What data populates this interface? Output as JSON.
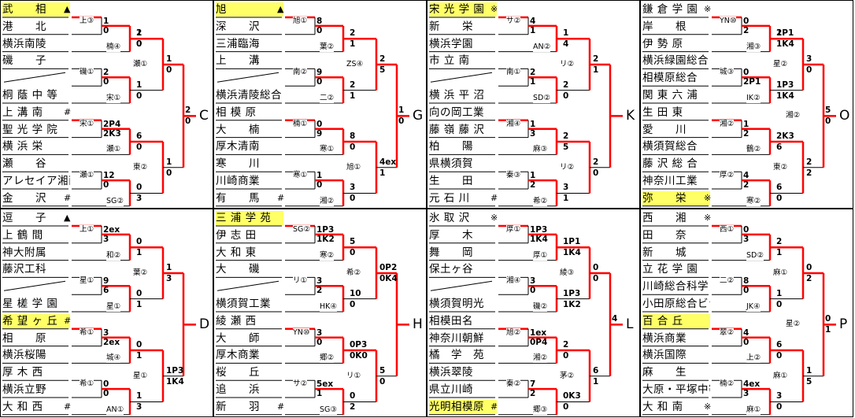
{
  "blocks": [
    {
      "id": "A",
      "group": "C",
      "teams": [
        {
          "name": "武　　相",
          "mark": "▲",
          "hl": true
        },
        {
          "name": "港　　北"
        },
        {
          "name": "横浜南陵"
        },
        {
          "name": "磯　　子"
        },
        {
          "name": ""
        },
        {
          "name": "桐 蔭 中 等"
        },
        {
          "name": "上 溝 南",
          "mark": "#"
        },
        {
          "name": "聖 光 学 院"
        },
        {
          "name": "横 浜 栄"
        },
        {
          "name": "瀬　　谷"
        },
        {
          "name": "アレセイア湘南"
        },
        {
          "name": "金　　沢",
          "mark": "#"
        }
      ],
      "labels": [
        "上③",
        "楠④",
        "磯①",
        "宋①",
        "宋①",
        "瀬①",
        "瀬①",
        "SG②",
        "瀬①",
        "東②"
      ],
      "scores": [
        "2",
        "0",
        "1",
        "0",
        "1",
        "0",
        "2",
        "0",
        "6",
        "0",
        "2P4",
        "2K3",
        "0",
        "3",
        "12",
        "0",
        "1",
        "0",
        "1",
        "0",
        "2",
        "0",
        "1",
        "0"
      ]
    },
    {
      "id": "B",
      "group": "G",
      "teams": [
        {
          "name": "旭",
          "mark": "▲",
          "hl": true
        },
        {
          "name": "深　　沢"
        },
        {
          "name": "三浦臨海"
        },
        {
          "name": "上　　溝"
        },
        {
          "name": ""
        },
        {
          "name": "横浜清陵総合"
        },
        {
          "name": "相 模 原"
        },
        {
          "name": "大　　楠"
        },
        {
          "name": "厚木清南"
        },
        {
          "name": "寒　　川"
        },
        {
          "name": "川崎商業"
        },
        {
          "name": "有　　馬",
          "mark": "#"
        }
      ],
      "labels": [
        "旭①",
        "葉②",
        "南②",
        "二②",
        "楠①",
        "寒①",
        "寒①",
        "湘②",
        "ZS④",
        "旭①"
      ],
      "scores": [
        "2",
        "1",
        "8",
        "0",
        "2",
        "1",
        "9",
        "0",
        "8",
        "0",
        "0",
        "9",
        "3",
        "0",
        "1",
        "0",
        "2",
        "5",
        "4ex",
        "1",
        "1",
        "0"
      ]
    },
    {
      "id": "C",
      "group": "K",
      "teams": [
        {
          "name": "宋 光 学 園",
          "mark": "※",
          "hl": true
        },
        {
          "name": "新　　栄"
        },
        {
          "name": "横浜学園"
        },
        {
          "name": "市 立 南"
        },
        {
          "name": ""
        },
        {
          "name": "横 浜 平 沼"
        },
        {
          "name": "向の岡工業"
        },
        {
          "name": "藤 嶺 藤 沢"
        },
        {
          "name": "柏　　陽"
        },
        {
          "name": "県横須賀"
        },
        {
          "name": "生　　田"
        },
        {
          "name": "元 石 川",
          "mark": "#"
        }
      ],
      "labels": [
        "サ②",
        "AN②",
        "南①",
        "SD②",
        "湘④",
        "麻③",
        "秦③",
        "希②",
        "リ②",
        "リ②"
      ],
      "scores": [
        "1",
        "4",
        "4",
        "1",
        "2",
        "0",
        "2",
        "1",
        "2",
        "5",
        "1",
        "3",
        "3",
        "1",
        "1",
        "2",
        "2",
        "1",
        "2",
        "0"
      ]
    },
    {
      "id": "D",
      "group": "O",
      "teams": [
        {
          "name": "鎌 倉 学 園",
          "mark": "※"
        },
        {
          "name": "岸　　根"
        },
        {
          "name": "伊 勢 原"
        },
        {
          "name": "横浜緑園総合"
        },
        {
          "name": "相模原総合"
        },
        {
          "name": "関 東 六 浦"
        },
        {
          "name": "生 田 東"
        },
        {
          "name": "愛　　川"
        },
        {
          "name": "横須賀総合"
        },
        {
          "name": "藤 沢 総 合"
        },
        {
          "name": "神奈川工業"
        },
        {
          "name": "弥　　栄",
          "mark": "※",
          "hl": true
        }
      ],
      "labels": [
        "YN⑩",
        "湘③",
        "城③",
        "IK②",
        "湘②",
        "鶴②",
        "厚②",
        "寒②",
        "星②",
        "東②",
        "湘②"
      ],
      "scores": [
        "1P1",
        "1K4",
        "0",
        "2",
        "1P3",
        "1K4",
        "0",
        "2P1",
        "2K3",
        "6",
        "1",
        "2",
        "6",
        "0",
        "4",
        "2",
        "3",
        "0",
        "2",
        "2",
        "5",
        "0",
        "2"
      ]
    },
    {
      "id": "E",
      "group": "D",
      "teams": [
        {
          "name": "逗　　子",
          "mark": "▲"
        },
        {
          "name": "上 鶴 間"
        },
        {
          "name": "神大附属"
        },
        {
          "name": "藤沢工科"
        },
        {
          "name": ""
        },
        {
          "name": "星 槎 学 園"
        },
        {
          "name": "希 望 ヶ 丘",
          "mark": "#",
          "hl": true
        },
        {
          "name": "相　　原"
        },
        {
          "name": "横浜桜陽"
        },
        {
          "name": "厚 木 西"
        },
        {
          "name": "横浜立野"
        },
        {
          "name": "大 和 西",
          "mark": "#"
        }
      ],
      "labels": [
        "上①",
        "和②",
        "星①",
        "星①",
        "希①",
        "城④",
        "希①",
        "AN①",
        "葉②",
        "星①"
      ],
      "scores": [
        "0",
        "1",
        "2ex",
        "3",
        "0",
        "1",
        "9",
        "6",
        "0",
        "1",
        "3",
        "2ex",
        "1",
        "3",
        "0",
        "0",
        "1",
        "3",
        "1P3",
        "1K4"
      ]
    },
    {
      "id": "F",
      "group": "H",
      "teams": [
        {
          "name": "三 浦 学 苑",
          "hl": true
        },
        {
          "name": "伊 志 田"
        },
        {
          "name": "大 和 東"
        },
        {
          "name": "大　　磯"
        },
        {
          "name": ""
        },
        {
          "name": "横須賀工業"
        },
        {
          "name": "綾 瀬 西"
        },
        {
          "name": "大　　師"
        },
        {
          "name": "厚木商業"
        },
        {
          "name": "桜　　丘"
        },
        {
          "name": "追　　浜"
        },
        {
          "name": "新　　羽",
          "mark": "#"
        }
      ],
      "labels": [
        "SG②",
        "寒②",
        "リ①",
        "HK④",
        "YN⑩",
        "郷②",
        "サ②",
        "SG③",
        "希②",
        "リ①"
      ],
      "scores": [
        "5",
        "0",
        "1P3",
        "1K2",
        "10",
        "0",
        "3",
        "2",
        "0P3",
        "0K0",
        "3",
        "0",
        "0",
        "2",
        "5ex",
        "1",
        "0P2",
        "0K4",
        "5",
        "0"
      ]
    },
    {
      "id": "G",
      "group": "L",
      "teams": [
        {
          "name": "氷 取 沢",
          "mark": "※"
        },
        {
          "name": "厚　　木"
        },
        {
          "name": "舞　　岡"
        },
        {
          "name": "保土ヶ谷"
        },
        {
          "name": ""
        },
        {
          "name": "横須賀明光"
        },
        {
          "name": "相模田名"
        },
        {
          "name": "神奈川朝鮮"
        },
        {
          "name": "橘　学　苑"
        },
        {
          "name": "横浜翠陵"
        },
        {
          "name": "県立川崎"
        },
        {
          "name": "光明相模原",
          "mark": "#",
          "hl": true
        }
      ],
      "labels": [
        "厚①",
        "厚①",
        "湘④",
        "磯②",
        "旭②",
        "湘②",
        "秦②",
        "郷③",
        "綾③",
        "茅②"
      ],
      "scores": [
        "1P1",
        "1K4",
        "1P3",
        "1K4",
        "1P3",
        "1K2",
        "3",
        "0",
        "2",
        "0",
        "1ex",
        "0P4",
        "0K3",
        "0",
        "7",
        "2",
        "0",
        "0",
        "6",
        "1",
        "4"
      ]
    },
    {
      "id": "H",
      "group": "P",
      "teams": [
        {
          "name": "西　　湘",
          "mark": "※"
        },
        {
          "name": "田　　奈"
        },
        {
          "name": "新　　城"
        },
        {
          "name": "立 花 学 園"
        },
        {
          "name": "川崎総合科学"
        },
        {
          "name": "小田原総合ビジネス"
        },
        {
          "name": "百 合 丘",
          "hl": true
        },
        {
          "name": "横浜商業"
        },
        {
          "name": "横浜国際"
        },
        {
          "name": "麻　　生"
        },
        {
          "name": "大原・平塚中等"
        },
        {
          "name": "大 和 南",
          "mark": "※"
        }
      ],
      "labels": [
        "西①",
        "SD②",
        "二②",
        "JK④",
        "翠②",
        "上②",
        "楠②",
        "麻①",
        "麻①",
        "麻①",
        "星②"
      ],
      "scores": [
        "2",
        "1",
        "0",
        "3",
        "1",
        "0",
        "8",
        "0",
        "6",
        "0",
        "4",
        "0",
        "3",
        "0",
        "4ex",
        "3",
        "0",
        "2",
        "1",
        "5",
        "0",
        "1"
      ]
    }
  ]
}
